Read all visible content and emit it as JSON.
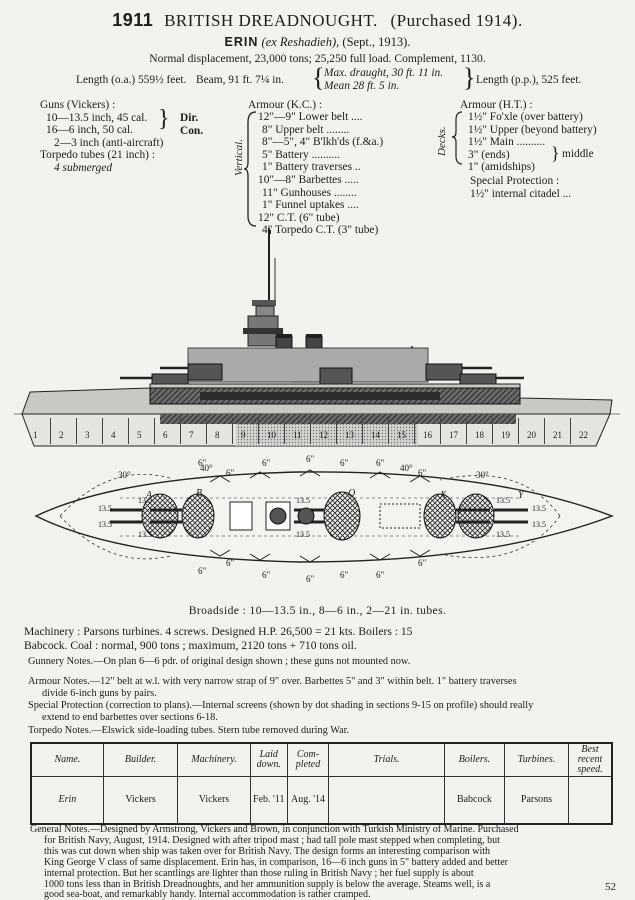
{
  "header": {
    "year": "1911",
    "title": "BRITISH DREADNOUGHT.",
    "purchased": "(Purchased 1914).",
    "ship_name": "ERIN",
    "ship_alias": "(ex Reshadieh),",
    "ship_date": "(Sept., 1913).",
    "displacement": "Normal displacement, 23,000 tons; 25,250 full load. Complement, 1130.",
    "length_oa": "Length (o.a.) 559½ feet.",
    "beam": "Beam, 91 ft. 7¼ in.",
    "max_draught": "Max. draught, 30 ft. 11 in.",
    "mean_draught": "Mean        28 ft. 5 in.",
    "length_pp": "Length (p.p.), 525 feet."
  },
  "guns": {
    "heading": "Guns (Vickers) :",
    "items": [
      "10—13.5 inch, 45 cal.",
      "16—6 inch, 50 cal.",
      "2—3 inch (anti-aircraft)"
    ],
    "dir": "Dir.",
    "con": "Con.",
    "torpedo_heading": "Torpedo tubes (21 inch) :",
    "torpedo_detail": "4 submerged"
  },
  "armour_kc": {
    "heading": "Armour (K.C.) :",
    "vertical_label": "Vertical.",
    "items": [
      "12\"—9\" Lower belt ....",
      "8\" Upper belt ........",
      "8\"—5\", 4\" B'lkh'ds (f.&a.)",
      "5\" Battery ..........",
      "1\" Battery traverses ..",
      "10\"—8\" Barbettes .....",
      "11\" Gunhouses ........",
      "1\" Funnel uptakes ....",
      "12\" C.T. (6\" tube)",
      "4\" Torpedo C.T. (3\" tube)"
    ]
  },
  "armour_ht": {
    "heading": "Armour (H.T.) :",
    "decks_label": "Decks.",
    "items": [
      "1½\" Fo'xle (over battery)",
      "1½\" Upper (beyond battery)",
      "1½\" Main ..........",
      "3\" (ends)",
      "1\" (amidships)"
    ],
    "middle": "middle",
    "special_heading": "Special Protection :",
    "special_item": "1½\" internal citadel ..."
  },
  "profile": {
    "section_numbers": [
      "1",
      "2",
      "3",
      "4",
      "5",
      "6",
      "7",
      "8",
      "9",
      "10",
      "11",
      "12",
      "13",
      "14",
      "15",
      "16",
      "17",
      "18",
      "19",
      "20",
      "21",
      "22"
    ]
  },
  "plan": {
    "gun_labels": [
      "6\"",
      "6\"",
      "6\"",
      "6\"",
      "6\"",
      "6\"",
      "6\"",
      "6\"",
      "6\"",
      "6\"",
      "6\"",
      "6\"",
      "6\"",
      "6\""
    ],
    "cal_labels": [
      "13.5",
      "13.5",
      "13.5",
      "13.5",
      "13.5",
      "13.5",
      "13.5",
      "13.5",
      "13.5",
      "13.5"
    ],
    "turret_letters": [
      "A",
      "B",
      "Q",
      "X",
      "Y"
    ],
    "arc_labels": [
      "30°",
      "40°",
      "40°",
      "30°"
    ]
  },
  "broadside": "Broadside : 10—13.5 in., 8—6 in., 2—21 in. tubes.",
  "machinery": {
    "line1": "Machinery : Parsons turbines. 4 screws. Designed H.P. 26,500 = 21 kts. Boilers : 15",
    "line2": "Babcock. Coal : normal, 900 tons ; maximum, 2120 tons + 710 tons oil."
  },
  "notes": {
    "gunnery": "Gunnery Notes.—On plan 6—6 pdr. of original design shown ; these guns not mounted now.",
    "armour_1": "Armour Notes.—12\" belt at w.l. with very narrow strap of 9\" over. Barbettes 5\" and 3\" within belt. 1\" battery traverses",
    "armour_2": "divide 6-inch guns by pairs.",
    "special_1": "Special Protection (correction to plans).—Internal screens (shown by dot shading in sections 9-15 on profile) should really",
    "special_2": "extend to end barbettes over sections 6-18.",
    "torpedo": "Torpedo Notes.—Elswick side-loading tubes. Stern tube removed during War."
  },
  "table": {
    "headers": [
      "Name.",
      "Builder.",
      "Machinery.",
      "Laid down.",
      "Com- pleted",
      "Trials.",
      "Boilers.",
      "Turbines.",
      "Best recent speed."
    ],
    "row": [
      "Erin",
      "Vickers",
      "Vickers",
      "Feb. '11",
      "Aug. '14",
      "",
      "Babcock",
      "Parsons",
      ""
    ]
  },
  "general_notes": [
    "General Notes.—Designed by Armstrong, Vickers and Brown, in conjunction with Turkish Ministry of Marine. Purchased",
    "for British Navy, August, 1914. Designed with after tripod mast ; had tall pole mast stepped when completing, but",
    "this was cut down when ship was taken over for British Navy. The design forms an interesting comparison with",
    "King George V class of same displacement. Erin has, in comparison, 16—6 inch guns in 5\" battery added and better",
    "internal protection. But her scantlings are lighter than those ruling in British Navy ; her fuel supply is about",
    "1000 tons less than in British Dreadnoughts, and her ammunition supply is below the average. Steams well, is a",
    "good sea-boat, and remarkably handy. Internal accommodation is rather cramped."
  ],
  "page_number": "52"
}
